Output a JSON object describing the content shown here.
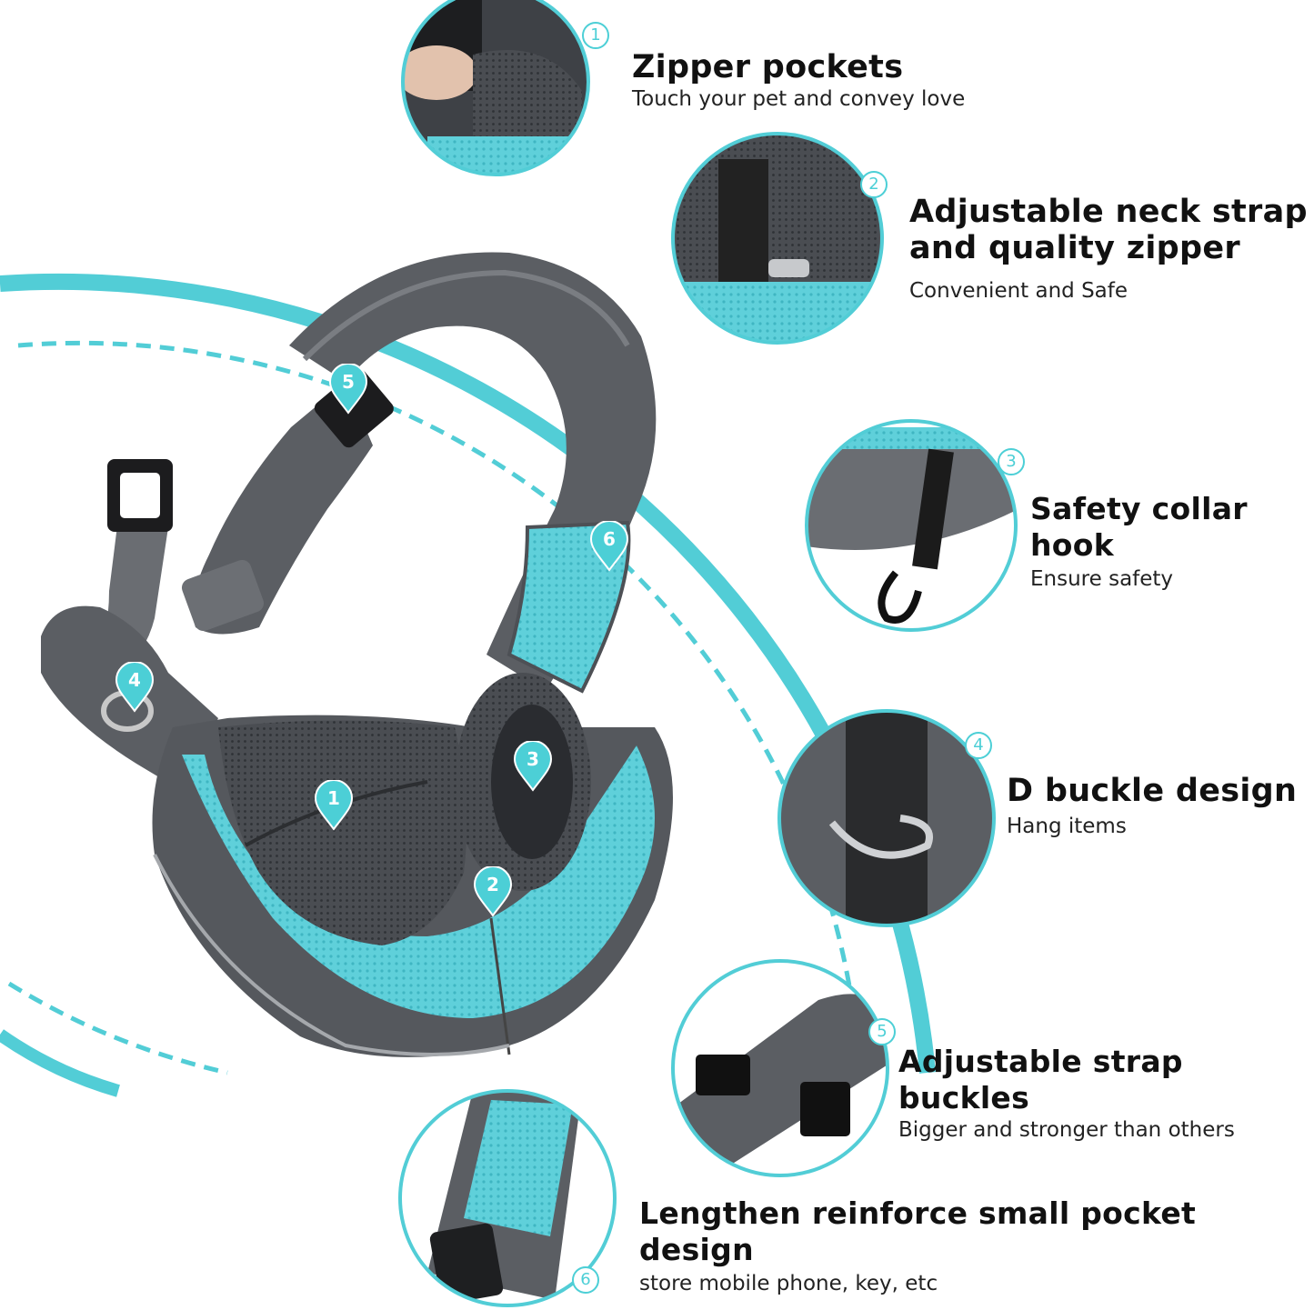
{
  "colors": {
    "accent": "#4ccfd6",
    "mesh_blue": "#5fd0da",
    "fabric_gray": "#5b5e63",
    "dark_mesh": "#3c3f44",
    "light_gray": "#9a9da2"
  },
  "features": [
    {
      "number": "1",
      "title": "Zipper pockets",
      "subtitle": "Touch your pet and convey love"
    },
    {
      "number": "2",
      "title": "Adjustable neck strap\nand quality zipper",
      "subtitle": "Convenient and Safe"
    },
    {
      "number": "3",
      "title": "Safety collar hook",
      "subtitle": "Ensure safety"
    },
    {
      "number": "4",
      "title": "D buckle design",
      "subtitle": "Hang items"
    },
    {
      "number": "5",
      "title": "Adjustable strap buckles",
      "subtitle": "Bigger and stronger than others"
    },
    {
      "number": "6",
      "title": "Lengthen reinforce small pocket design",
      "subtitle": "store mobile phone, key, etc"
    }
  ],
  "product_pins": [
    "1",
    "2",
    "3",
    "4",
    "5",
    "6"
  ],
  "icons": [
    "location-pin-icon",
    "number-badge-icon"
  ]
}
